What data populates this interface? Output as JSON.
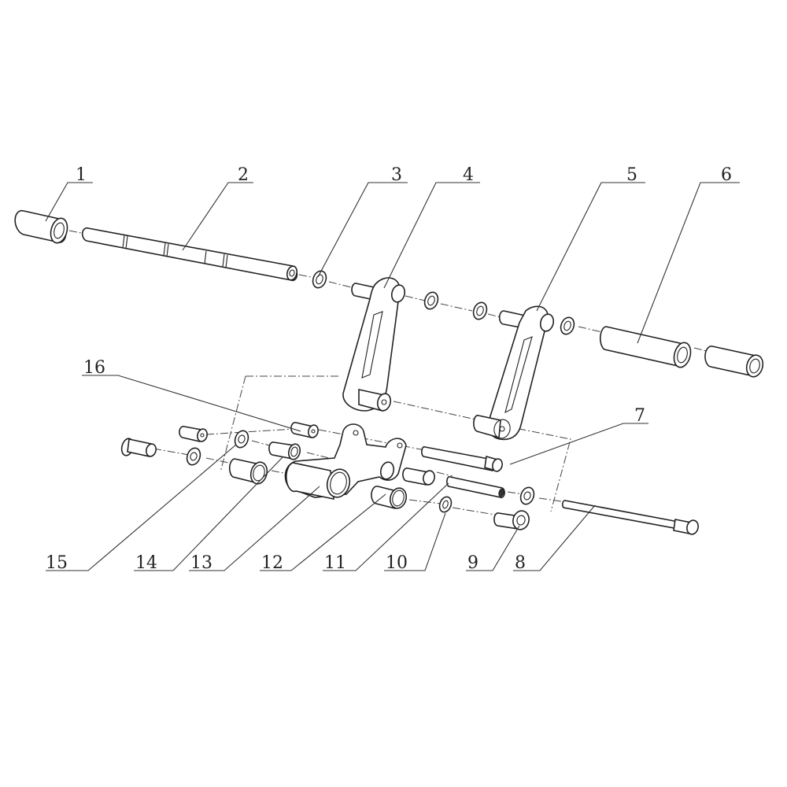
{
  "diagram": {
    "type": "exploded-parts-view",
    "callouts": [
      {
        "number": "1"
      },
      {
        "number": "2"
      },
      {
        "number": "3"
      },
      {
        "number": "4"
      },
      {
        "number": "5"
      },
      {
        "number": "6"
      },
      {
        "number": "7"
      },
      {
        "number": "8"
      },
      {
        "number": "9"
      },
      {
        "number": "10"
      },
      {
        "number": "11"
      },
      {
        "number": "12"
      },
      {
        "number": "13"
      },
      {
        "number": "14"
      },
      {
        "number": "15"
      },
      {
        "number": "16"
      }
    ],
    "colors": {
      "line": "#222222",
      "background": "#ffffff"
    }
  }
}
